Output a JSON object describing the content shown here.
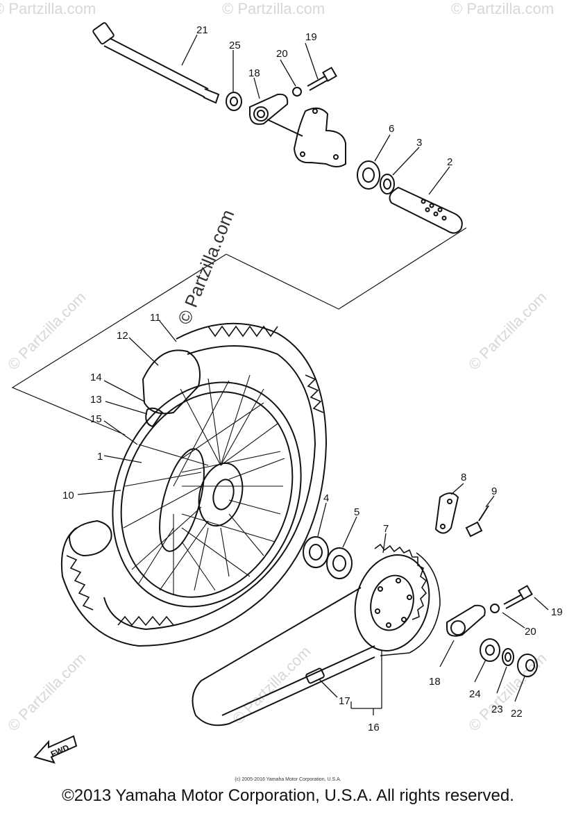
{
  "watermark": "© Partzilla.com",
  "footer": {
    "small_copyright": "(c) 2005-2016 Yamaha Motor Corporation, U.S.A.",
    "copyright": "©2013 Yamaha Motor Corporation, U.S.A. All rights reserved."
  },
  "fwd_label": "FWD",
  "callouts": {
    "c21": "21",
    "c25": "25",
    "c19a": "19",
    "c20a": "20",
    "c18a": "18",
    "c6": "6",
    "c3": "3",
    "c2": "2",
    "c11": "11",
    "c12": "12",
    "c14": "14",
    "c13": "13",
    "c15": "15",
    "c1": "1",
    "c10": "10",
    "c4": "4",
    "c5": "5",
    "c7": "7",
    "c8": "8",
    "c9": "9",
    "c19b": "19",
    "c20b": "20",
    "c18b": "18",
    "c24": "24",
    "c23": "23",
    "c22": "22",
    "c17": "17",
    "c16": "16"
  }
}
